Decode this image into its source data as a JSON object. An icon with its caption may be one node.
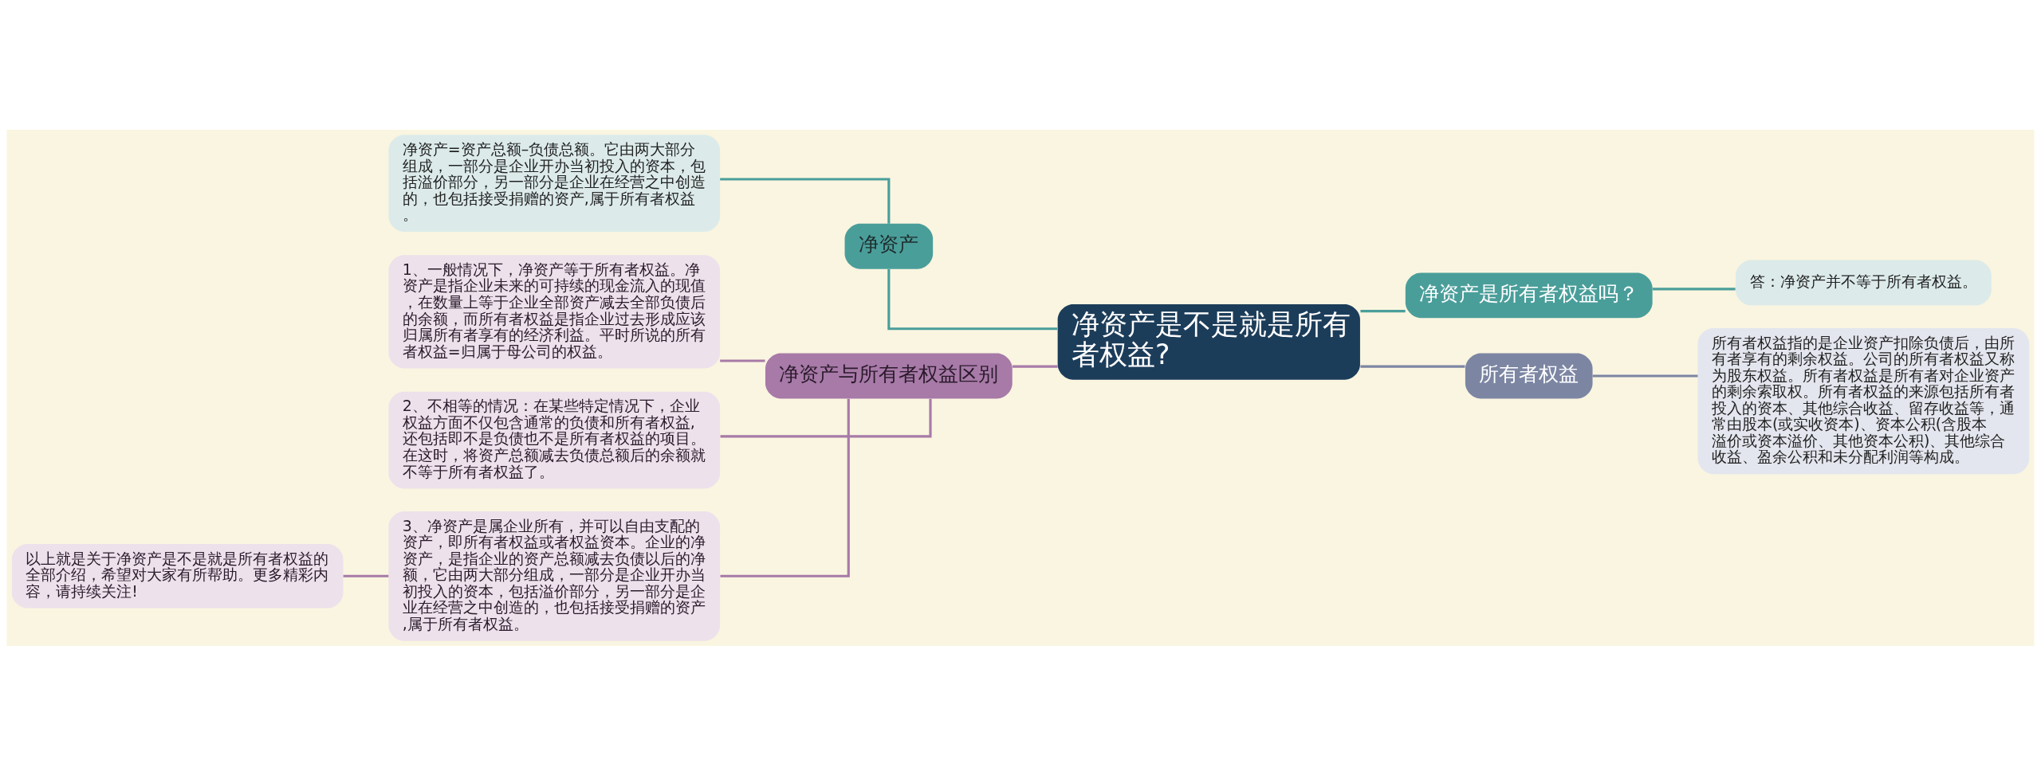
{
  "diagram": {
    "nodes": [
      {
        "text": [
          "净资产是不是就是所有者权益?"
        ]
      },
      {
        "text": [
          "净资产"
        ]
      },
      {
        "text": [
          "净资产=资产总额–负债总额。它由两大部分组成，一部分是企业开办当初投入的资本，包括溢价部分，另一部分是企业在经营之中创造的，也包括接受捐赠的资产,属于所有者权益。"
        ]
      },
      {
        "text": [
          "净资产与所有者权益区别"
        ]
      },
      {
        "text": [
          "1、一般情况下，净资产等于所有者权益。净资产是指企业未来的可持续的现金流入的现值，在数量上等于企业全部资产减去全部负债后的余额，而所有者权益是指企业过去形成应该归属所有者享有的经济利益。平时所说的所有者权益=归属于母公司的权益。"
        ]
      },
      {
        "text": [
          "2、不相等的情况：在某些特定情况下，企业权益方面不仅包含通常的负债和所有者权益,还包括即不是负债也不是所有者权益的项目。在这时，将资产总额减去负债总额后的余额就不等于所有者权益了。"
        ]
      },
      {
        "text": [
          "3、净资产是属企业所有，并可以自由支配的资产，即所有者权益或者权益资本。企业的净资产，是指企业的资产总额减去负债以后的净额，它由两大部分组成，一部分是企业开办当初投入的资本，包括溢价部分，另一部分是企业在经营之中创造的，也包括接受捐赠的资产,属于所有者权益。"
        ]
      },
      {
        "text": [
          "以上就是关于净资产是不是就是所有者权益的全部介绍，希望对大家有所帮助。更多精彩内容，请持续关注!"
        ]
      },
      {
        "text": [
          "净资产是所有者权益吗？"
        ]
      },
      {
        "text": [
          "答：净资产并不等于所有者权益。"
        ]
      },
      {
        "text": [
          "所有者权益"
        ]
      },
      {
        "text": [
          "所有者权益指的是企业资产扣除负债后，由所有者享有的剩余权益。公司的所有者权益又称为股东权益。所有者权益是所有者对企业资产的剩余索取权。所有者权益的来源包括所有者投入的资本、其他综合收益、留存收益等，通常由股本(或实收资本)、资本公积(含股本溢价或资本溢价、其他资本公积)、其他综合收益、盈余公积和未分配利润等构成。"
        ]
      }
    ],
    "edges": [
      {
        "from": 0,
        "to": 1,
        "arrow": "none",
        "color": "#4a9e9a"
      },
      {
        "from": 1,
        "to": 2,
        "arrow": "none",
        "color": "#4a9e9a"
      },
      {
        "from": 0,
        "to": 3,
        "arrow": "none"
      },
      {
        "from": 3,
        "to": 4,
        "arrow": "none"
      },
      {
        "from": 3,
        "to": 5,
        "arrow": "none"
      },
      {
        "from": 3,
        "to": 6,
        "arrow": "none"
      },
      {
        "from": 6,
        "to": 7,
        "arrow": "none"
      },
      {
        "from": 0,
        "to": 8,
        "arrow": "none",
        "color": "#4a9e9a"
      },
      {
        "from": 8,
        "to": 9,
        "arrow": "none",
        "color": "#4a9e9a"
      },
      {
        "from": 0,
        "to": 10,
        "arrow": "none",
        "color": "#7c86a3"
      },
      {
        "from": 10,
        "to": 11,
        "arrow": "none",
        "color": "#7c86a3"
      }
    ]
  }
}
